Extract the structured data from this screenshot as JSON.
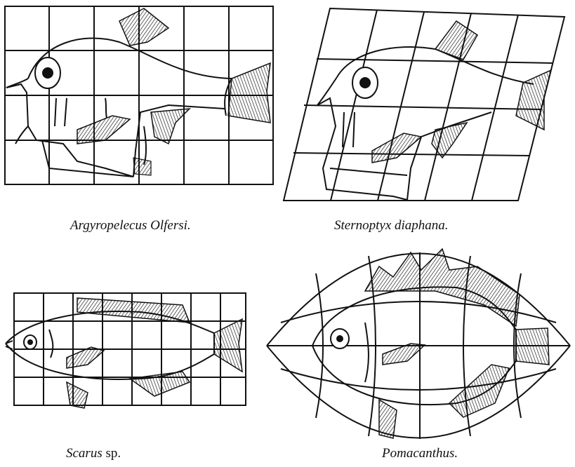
{
  "panels": [
    {
      "id": "argyropelecus",
      "caption_name": "Argyropelecus Olfersi.",
      "caption_suffix": ""
    },
    {
      "id": "sternoptyx",
      "caption_name": "Sternoptyx diaphana.",
      "caption_suffix": ""
    },
    {
      "id": "scarus",
      "caption_name": "Scarus",
      "caption_suffix": " sp."
    },
    {
      "id": "pomacanthus",
      "caption_name": "Pomacanthus.",
      "caption_suffix": ""
    }
  ],
  "colors": {
    "ink": "#111111",
    "background": "#ffffff"
  }
}
